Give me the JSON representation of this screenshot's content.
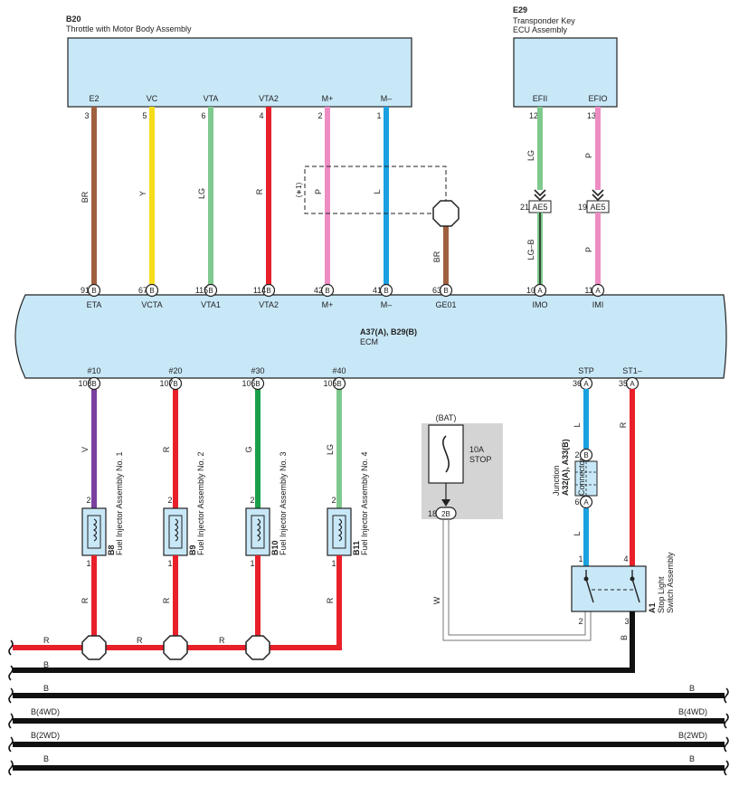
{
  "components": {
    "throttle": {
      "code": "B20",
      "name": "Throttle with Motor Body Assembly"
    },
    "transponder": {
      "code": "E29",
      "name1": "Transponder Key",
      "name2": "ECU Assembly"
    },
    "ecm": {
      "code": "A37(A), B29(B)",
      "name": "ECM"
    },
    "junction": {
      "code": "A32(A), A33(B)",
      "name1": "Junction",
      "name2": "Connector"
    },
    "stoplight": {
      "code": "A1",
      "name1": "Stop Light",
      "name2": "Switch Assembly"
    },
    "fuse": {
      "source": "(BAT)",
      "rating": "10A",
      "name": "STOP",
      "pin": "18",
      "conn": "2B"
    },
    "injectors": [
      {
        "code": "B8",
        "name": "Fuel Injector Assembly No. 1"
      },
      {
        "code": "B9",
        "name": "Fuel Injector Assembly No. 2"
      },
      {
        "code": "B10",
        "name": "Fuel Injector Assembly No. 3"
      },
      {
        "code": "B11",
        "name": "Fuel Injector Assembly No. 4"
      }
    ]
  },
  "throttle_pins": [
    {
      "name": "E2",
      "num": "3",
      "wire": "BR",
      "color": "#a0603f",
      "ecm_pin": "91",
      "ecm_conn": "B",
      "ecm_name": "ETA"
    },
    {
      "name": "VC",
      "num": "5",
      "wire": "Y",
      "color": "#f5dd1a",
      "ecm_pin": "67",
      "ecm_conn": "B",
      "ecm_name": "VCTA"
    },
    {
      "name": "VTA",
      "num": "6",
      "wire": "LG",
      "color": "#7fc98e",
      "ecm_pin": "115",
      "ecm_conn": "B",
      "ecm_name": "VTA1"
    },
    {
      "name": "VTA2",
      "num": "4",
      "wire": "R",
      "color": "#e8202a",
      "ecm_pin": "114",
      "ecm_conn": "B",
      "ecm_name": "VTA2"
    },
    {
      "name": "M+",
      "num": "2",
      "wire": "P",
      "color": "#ee8cc4",
      "ecm_pin": "42",
      "ecm_conn": "B",
      "ecm_name": "M+"
    },
    {
      "name": "M–",
      "num": "1",
      "wire": "L",
      "color": "#1aa0e0",
      "ecm_pin": "41",
      "ecm_conn": "B",
      "ecm_name": "M–"
    }
  ],
  "shield_note": "(∗1)",
  "ge01": {
    "wire": "BR",
    "ecm_pin": "63",
    "ecm_conn": "B",
    "ecm_name": "GE01"
  },
  "transponder_pins": [
    {
      "name": "EFII",
      "num": "12",
      "wire_top": "LG",
      "wire_bottom": "LG–B",
      "color": "#7fc98e",
      "conn_num": "21",
      "conn": "AE5",
      "ecm_pin": "10",
      "ecm_conn": "A",
      "ecm_name": "IMO"
    },
    {
      "name": "EFIO",
      "num": "13",
      "wire_top": "P",
      "wire_bottom": "P",
      "color": "#ee8cc4",
      "conn_num": "19",
      "conn": "AE5",
      "ecm_pin": "11",
      "ecm_conn": "A",
      "ecm_name": "IMI"
    }
  ],
  "injector_pins": [
    {
      "ecm_name": "#10",
      "ecm_pin": "108",
      "ecm_conn": "B",
      "wire": "V",
      "color": "#7a3fa0",
      "pin_top": "2",
      "pin_bottom": "1",
      "wire_bottom": "R"
    },
    {
      "ecm_name": "#20",
      "ecm_pin": "107",
      "ecm_conn": "B",
      "wire": "R",
      "color": "#e8202a",
      "pin_top": "2",
      "pin_bottom": "1",
      "wire_bottom": "R"
    },
    {
      "ecm_name": "#30",
      "ecm_pin": "106",
      "ecm_conn": "B",
      "wire": "G",
      "color": "#1aa04a",
      "pin_top": "2",
      "pin_bottom": "1",
      "wire_bottom": "R"
    },
    {
      "ecm_name": "#40",
      "ecm_pin": "105",
      "ecm_conn": "B",
      "wire": "LG",
      "color": "#7fc98e",
      "pin_top": "2",
      "pin_bottom": "1",
      "wire_bottom": "R"
    }
  ],
  "stp": {
    "ecm_name": "STP",
    "ecm_pin": "36",
    "ecm_conn": "A",
    "wire_top": "L",
    "jc_top_pin": "2",
    "jc_top_conn": "B",
    "jc_bottom_pin": "6",
    "jc_bottom_conn": "A",
    "wire_bottom": "L",
    "sw_pin": "1"
  },
  "st1": {
    "ecm_name": "ST1–",
    "ecm_pin": "35",
    "ecm_conn": "A",
    "wire": "R",
    "sw_pin": "4"
  },
  "switch_pins": {
    "left": "2",
    "right": "3"
  },
  "w_wire": "W",
  "b_wire": "B",
  "bus_labels": {
    "r_bus": [
      "R",
      "R",
      "R"
    ],
    "b1": "B",
    "b2_left": "B",
    "b2_right": "B",
    "b3_left": "B(4WD)",
    "b3_right": "B(4WD)",
    "b4_left": "B(2WD)",
    "b4_right": "B(2WD)",
    "b5_left": "B",
    "b5_right": "B"
  },
  "colors": {
    "box_fill": "#c8e8f8",
    "red": "#e8202a",
    "black": "#111111",
    "gray_fill": "#d4d4d4"
  }
}
